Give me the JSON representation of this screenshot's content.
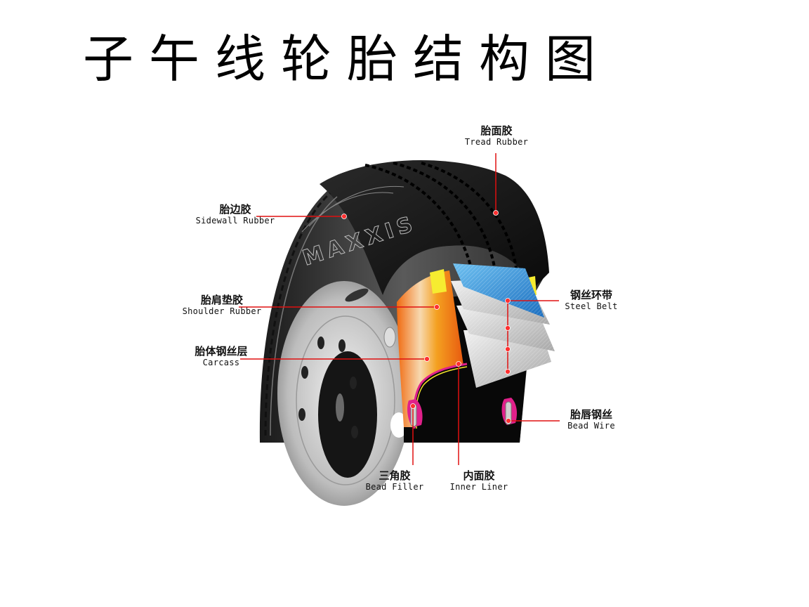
{
  "title": "子午线轮胎结构图",
  "tire": {
    "brand_text": "MAXXIS",
    "colors": {
      "leader_line": "#e01010",
      "leader_dot": "#ff3030",
      "rubber_dark": "#151515",
      "rubber_mid": "#3a3a3a",
      "rim_light": "#d8d8d8",
      "steel_belt_top": "#3a8fd8",
      "steel_belt_gray": "#c9c9c9",
      "carcass_orange": "#f08a20",
      "shoulder_yellow": "#f4e42a",
      "bead_pink": "#e0208a"
    }
  },
  "labels": {
    "tread_rubber": {
      "cn": "胎面胶",
      "en": "Tread Rubber"
    },
    "sidewall_rubber": {
      "cn": "胎边胶",
      "en": "Sidewall Rubber"
    },
    "shoulder_rubber": {
      "cn": "胎肩垫胶",
      "en": "Shoulder Rubber"
    },
    "carcass": {
      "cn": "胎体钢丝层",
      "en": "Carcass"
    },
    "steel_belt": {
      "cn": "钢丝环带",
      "en": "Steel Belt"
    },
    "bead_wire": {
      "cn": "胎唇钢丝",
      "en": "Bead Wire"
    },
    "bead_filler": {
      "cn": "三角胶",
      "en": "Bead Filler"
    },
    "inner_liner": {
      "cn": "内面胶",
      "en": "Inner Liner"
    }
  }
}
